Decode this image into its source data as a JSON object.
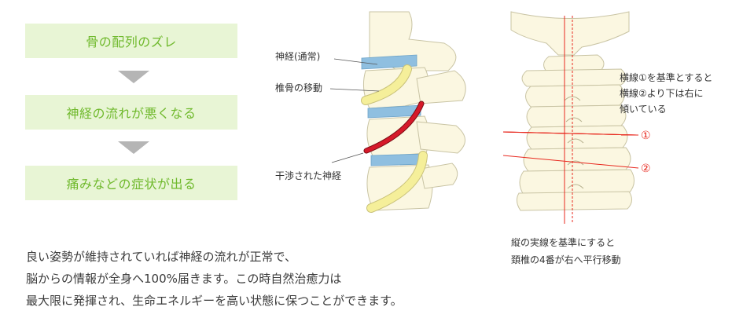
{
  "flow": {
    "step1": "骨の配列のズレ",
    "step2": "神経の流れが悪くなる",
    "step3": "痛みなどの症状が出る"
  },
  "spine_diagram": {
    "label_nerve_normal": "神経(通常)",
    "label_vertebra_shift": "椎骨の移動",
    "label_nerve_compressed": "干渉された神経"
  },
  "neck_diagram": {
    "note_line1": "横線①を基準とすると",
    "note_line2": "横線②より下は右に",
    "note_line3": "傾いている",
    "marker1": "①",
    "marker2": "②",
    "caption_line1": "縦の実線を基準にすると",
    "caption_line2": "頚椎の4番が右へ平行移動"
  },
  "paragraph": {
    "line1": "良い姿勢が維持されていれば神経の流れが正常で、",
    "line2": "脳からの情報が全身へ100%届きます。この時自然治癒力は",
    "line3": "最大限に発揮され、生命エネルギーを高い状態に保つことができます。"
  },
  "colors": {
    "accent_green": "#6fb92c",
    "box_green": "#e8f5d5",
    "bone": "#fbf7e1",
    "disc_blue": "#8fbfe0",
    "nerve_yellow": "#f5ef9a",
    "nerve_red": "#d6192a",
    "line_red": "#e8281e"
  }
}
